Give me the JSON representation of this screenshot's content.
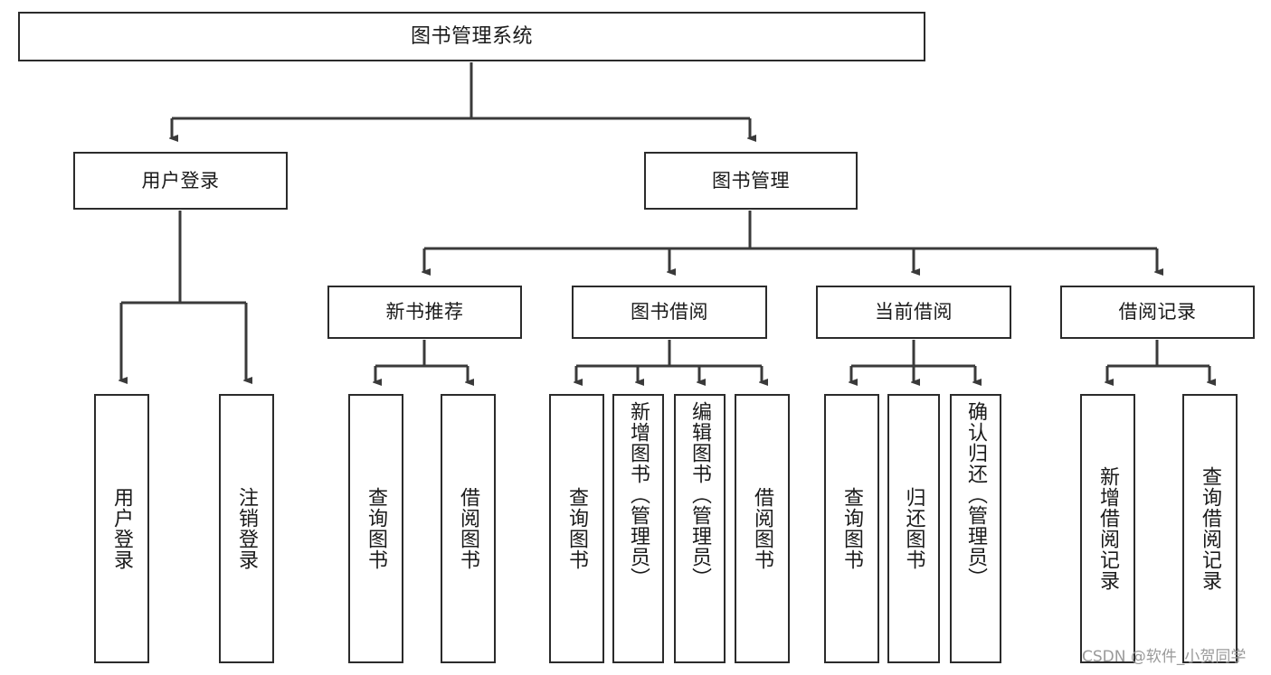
{
  "diagram": {
    "type": "tree-hierarchy",
    "title": "图书管理系统",
    "root": {
      "id": "root",
      "label": "图书管理系统"
    },
    "level2": [
      {
        "id": "user-login",
        "label": "用户登录"
      },
      {
        "id": "book-manage",
        "label": "图书管理"
      }
    ],
    "level3": [
      {
        "id": "new-book-rec",
        "label": "新书推荐",
        "parent": "book-manage"
      },
      {
        "id": "book-borrow",
        "label": "图书借阅",
        "parent": "book-manage"
      },
      {
        "id": "current-borrow",
        "label": "当前借阅",
        "parent": "book-manage"
      },
      {
        "id": "borrow-record",
        "label": "借阅记录",
        "parent": "book-manage"
      }
    ],
    "leaves": [
      {
        "id": "leaf-user-login",
        "label": "用户登录",
        "parent": "user-login"
      },
      {
        "id": "leaf-logout",
        "label": "注销登录",
        "parent": "user-login"
      },
      {
        "id": "leaf-query-book-1",
        "label": "查询图书",
        "parent": "new-book-rec"
      },
      {
        "id": "leaf-borrow-book-1",
        "label": "借阅图书",
        "parent": "new-book-rec"
      },
      {
        "id": "leaf-query-book-2",
        "label": "查询图书",
        "parent": "book-borrow"
      },
      {
        "id": "leaf-add-book",
        "label": "新增图书（管理员）",
        "parent": "book-borrow"
      },
      {
        "id": "leaf-edit-book",
        "label": "编辑图书（管理员）",
        "parent": "book-borrow"
      },
      {
        "id": "leaf-borrow-book-2",
        "label": "借阅图书",
        "parent": "book-borrow"
      },
      {
        "id": "leaf-query-book-3",
        "label": "查询图书",
        "parent": "current-borrow"
      },
      {
        "id": "leaf-return-book",
        "label": "归还图书",
        "parent": "current-borrow"
      },
      {
        "id": "leaf-confirm-return",
        "label": "确认归还（管理员）",
        "parent": "current-borrow"
      },
      {
        "id": "leaf-add-record",
        "label": "新增借阅记录",
        "parent": "borrow-record"
      },
      {
        "id": "leaf-query-record",
        "label": "查询借阅记录",
        "parent": "borrow-record"
      }
    ],
    "colors": {
      "border": "#2b2b2b",
      "background": "#ffffff",
      "text": "#1a1a1a",
      "connector": "#3a3a3a",
      "watermark": "#9a9a9a"
    }
  },
  "watermark": {
    "text": "CSDN @软件_小贺同学"
  }
}
